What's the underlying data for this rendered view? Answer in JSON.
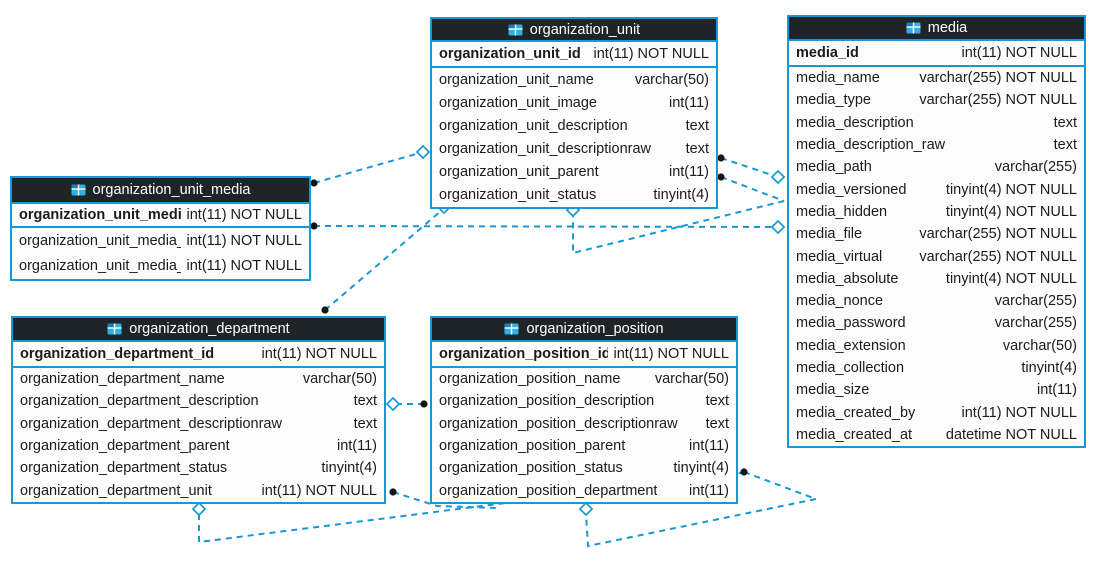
{
  "diagram": {
    "colors": {
      "accent": "#1698d4",
      "header_bg": "#1f2428",
      "header_text": "#ffffff",
      "row_text": "#1b1b1b",
      "connector_dot": "#151515",
      "icon_fill": "#2eb0e6",
      "icon_dark_cell": "#1782b8"
    },
    "tables": [
      {
        "name": "organization_unit",
        "icon": "table-icon",
        "pk": {
          "name": "organization_unit_id",
          "type": "int(11) NOT NULL"
        },
        "columns": [
          {
            "name": "organization_unit_name",
            "type": "varchar(50)"
          },
          {
            "name": "organization_unit_image",
            "type": "int(11)"
          },
          {
            "name": "organization_unit_description",
            "type": "text"
          },
          {
            "name": "organization_unit_descriptionraw",
            "type": "text"
          },
          {
            "name": "organization_unit_parent",
            "type": "int(11)"
          },
          {
            "name": "organization_unit_status",
            "type": "tinyint(4)"
          }
        ]
      },
      {
        "name": "media",
        "icon": "table-icon",
        "pk": {
          "name": "media_id",
          "type": "int(11) NOT NULL"
        },
        "columns": [
          {
            "name": "media_name",
            "type": "varchar(255) NOT NULL"
          },
          {
            "name": "media_type",
            "type": "varchar(255) NOT NULL"
          },
          {
            "name": "media_description",
            "type": "text"
          },
          {
            "name": "media_description_raw",
            "type": "text"
          },
          {
            "name": "media_path",
            "type": "varchar(255)"
          },
          {
            "name": "media_versioned",
            "type": "tinyint(4) NOT NULL"
          },
          {
            "name": "media_hidden",
            "type": "tinyint(4) NOT NULL"
          },
          {
            "name": "media_file",
            "type": "varchar(255) NOT NULL"
          },
          {
            "name": "media_virtual",
            "type": "varchar(255) NOT NULL"
          },
          {
            "name": "media_absolute",
            "type": "tinyint(4) NOT NULL"
          },
          {
            "name": "media_nonce",
            "type": "varchar(255)"
          },
          {
            "name": "media_password",
            "type": "varchar(255)"
          },
          {
            "name": "media_extension",
            "type": "varchar(50)"
          },
          {
            "name": "media_collection",
            "type": "tinyint(4)"
          },
          {
            "name": "media_size",
            "type": "int(11)"
          },
          {
            "name": "media_created_by",
            "type": "int(11) NOT NULL"
          },
          {
            "name": "media_created_at",
            "type": "datetime NOT NULL"
          }
        ]
      },
      {
        "name": "organization_unit_media",
        "icon": "table-icon",
        "pk": {
          "name": "organization_unit_media_id",
          "type": "int(11) NOT NULL"
        },
        "columns": [
          {
            "name": "organization_unit_media_src",
            "type": "int(11) NOT NULL"
          },
          {
            "name": "organization_unit_media_dst",
            "type": "int(11) NOT NULL"
          }
        ]
      },
      {
        "name": "organization_department",
        "icon": "table-icon",
        "pk": {
          "name": "organization_department_id",
          "type": "int(11) NOT NULL"
        },
        "columns": [
          {
            "name": "organization_department_name",
            "type": "varchar(50)"
          },
          {
            "name": "organization_department_description",
            "type": "text"
          },
          {
            "name": "organization_department_descriptionraw",
            "type": "text"
          },
          {
            "name": "organization_department_parent",
            "type": "int(11)"
          },
          {
            "name": "organization_department_status",
            "type": "tinyint(4)"
          },
          {
            "name": "organization_department_unit",
            "type": "int(11) NOT NULL"
          }
        ]
      },
      {
        "name": "organization_position",
        "icon": "table-icon",
        "pk": {
          "name": "organization_position_id",
          "type": "int(11) NOT NULL"
        },
        "columns": [
          {
            "name": "organization_position_name",
            "type": "varchar(50)"
          },
          {
            "name": "organization_position_description",
            "type": "text"
          },
          {
            "name": "organization_position_descriptionraw",
            "type": "text"
          },
          {
            "name": "organization_position_parent",
            "type": "int(11)"
          },
          {
            "name": "organization_position_status",
            "type": "tinyint(4)"
          },
          {
            "name": "organization_position_department",
            "type": "int(11)"
          }
        ]
      }
    ],
    "relations": [
      {
        "from": "organization_unit_media",
        "to": "organization_unit"
      },
      {
        "from": "organization_unit_media",
        "to": "media"
      },
      {
        "from": "organization_unit",
        "to": "media"
      },
      {
        "from": "organization_unit",
        "to": "organization_unit"
      },
      {
        "from": "organization_department",
        "to": "organization_unit"
      },
      {
        "from": "organization_position",
        "to": "organization_department"
      },
      {
        "from": "organization_department",
        "to": "organization_department"
      },
      {
        "from": "organization_position",
        "to": "organization_position"
      }
    ]
  }
}
